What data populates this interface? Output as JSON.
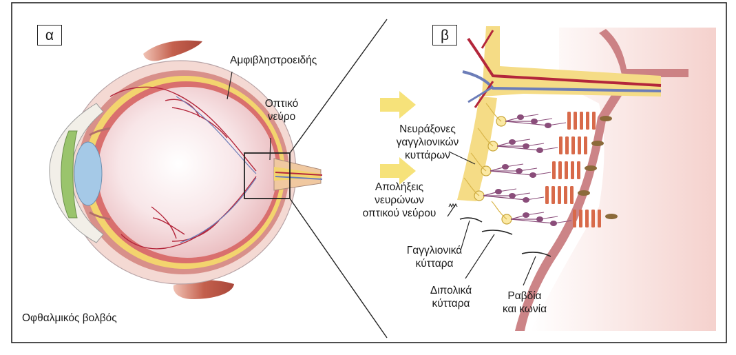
{
  "panels": {
    "a_label": "α",
    "b_label": "β"
  },
  "labels": {
    "retina": "Αμφιβληστροειδής",
    "optic_nerve_l1": "Οπτικό",
    "optic_nerve_l2": "νεύρο",
    "eyeball": "Οφθαλμικός βολβός",
    "axons_l1": "Νευράξονες",
    "axons_l2": "γαγγλιονικών",
    "axons_l3": "κυττάρων",
    "endings_l1": "Απολήξεις",
    "endings_l2": "νευρώνων",
    "endings_l3": "οπτικού νεύρου",
    "ganglion_l1": "Γαγγλιονικά",
    "ganglion_l2": "κύτταρα",
    "bipolar_l1": "Διπολικά",
    "bipolar_l2": "κύτταρα",
    "rods_l1": "Ραβδία",
    "rods_l2": "και κωνία"
  },
  "colors": {
    "frame": "#222222",
    "sclera": "#f3d6d0",
    "choroid": "#d98a86",
    "retina_yellow": "#f2d36b",
    "vitreous": "#f7dfe2",
    "muscle": "#c86a55",
    "iris": "#8fc26a",
    "lens": "#9ec6e6",
    "vessel_red": "#b3263b",
    "vessel_blue": "#6c7db8",
    "arrow_yellow": "#f6e27a",
    "neuron_purple": "#8a4d7a",
    "rod_orange": "#d86a4a"
  }
}
